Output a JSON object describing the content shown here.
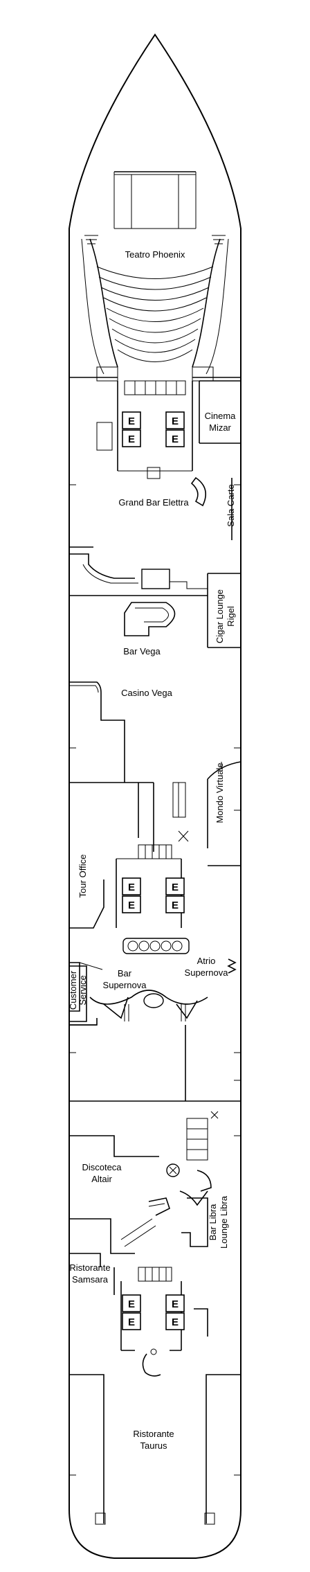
{
  "elevator_glyph": "E",
  "rooms": {
    "teatro_phoenix": "Teatro Phoenix",
    "cinema": [
      "Cinema",
      "Mizar"
    ],
    "grand_bar_elettra": "Grand Bar Elettra",
    "sala_carte": "Sala Carte",
    "cigar_lounge": [
      "Cigar Lounge",
      "Rigel"
    ],
    "bar_vega": "Bar Vega",
    "casino_vega": "Casino Vega",
    "mondo_virtuale": "Mondo Virtuale",
    "tour_office": "Tour Office",
    "atrio": [
      "Atrio",
      "Supernova"
    ],
    "bar_supernova": [
      "Bar",
      "Supernova"
    ],
    "customer_service": [
      "Customer",
      "Service"
    ],
    "discoteca": [
      "Discoteca",
      "Altair"
    ],
    "bar_libra": [
      "Bar Libra",
      "Lounge Libra"
    ],
    "ristorante_samsara": [
      "Ristorante",
      "Samsara"
    ],
    "ristorante_taurus": [
      "Ristorante",
      "Taurus"
    ]
  }
}
